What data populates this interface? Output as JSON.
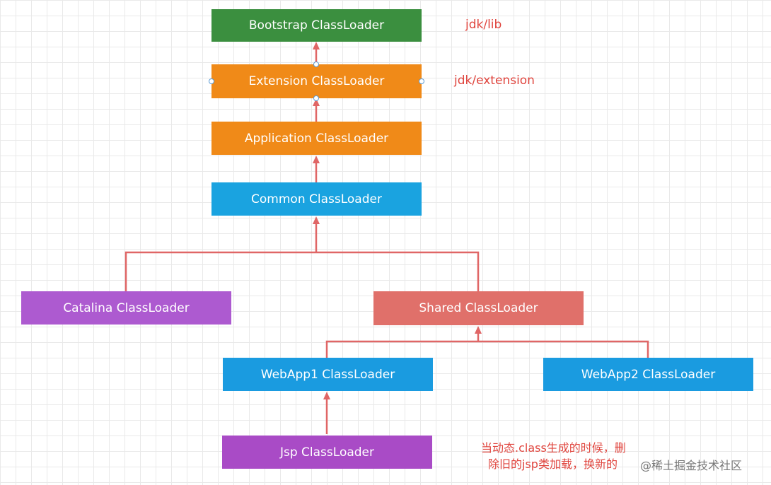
{
  "colors": {
    "bootstrap": "#3b8f3f",
    "extension": "#f08a18",
    "application": "#f08a18",
    "common": "#1aa3e0",
    "catalina": "#ad5ad0",
    "shared": "#e0706a",
    "webapp1": "#1a9be0",
    "webapp2": "#1a9be0",
    "jsp": "#a94bc6",
    "arrow": "#e06666",
    "note": "#e0453e"
  },
  "boxes": {
    "bootstrap": "Bootstrap ClassLoader",
    "extension": "Extension ClassLoader",
    "application": "Application ClassLoader",
    "common": "Common ClassLoader",
    "catalina": "Catalina ClassLoader",
    "shared": "Shared ClassLoader",
    "webapp1": "WebApp1 ClassLoader",
    "webapp2": "WebApp2 ClassLoader",
    "jsp": "Jsp ClassLoader"
  },
  "notes": {
    "jdk_lib": "jdk/lib",
    "jdk_extension": "jdk/extension",
    "dynamic_line1": "当动态.class生成的时候，删",
    "dynamic_line2": "除旧的jsp类加载，换新的"
  },
  "watermark": "@稀土掘金技术社区"
}
